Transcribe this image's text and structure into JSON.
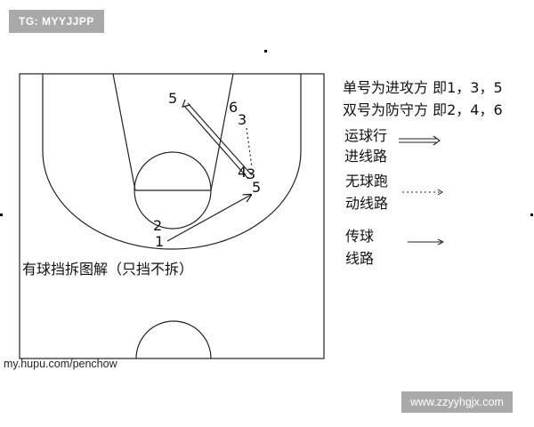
{
  "badges": {
    "top": "TG: MYYJJPP",
    "bottom": "www.zzyyhgjx.com"
  },
  "diagram": {
    "title": "有球挡拆图解（只挡不拆）",
    "watermark": "my.hupu.com/penchow",
    "player_labels": [
      "5",
      "6",
      "3",
      "4",
      "3",
      "5",
      "2",
      "1"
    ],
    "legend": {
      "odd_numbers": "单号为进攻方 即1，3，5",
      "even_numbers": "双号为防守方 即2，4，6",
      "dribble_line": [
        "运球行",
        "进线路"
      ],
      "off_ball_line": [
        "无球跑",
        "动线路"
      ],
      "pass_line": [
        "传球",
        "线路"
      ]
    }
  }
}
